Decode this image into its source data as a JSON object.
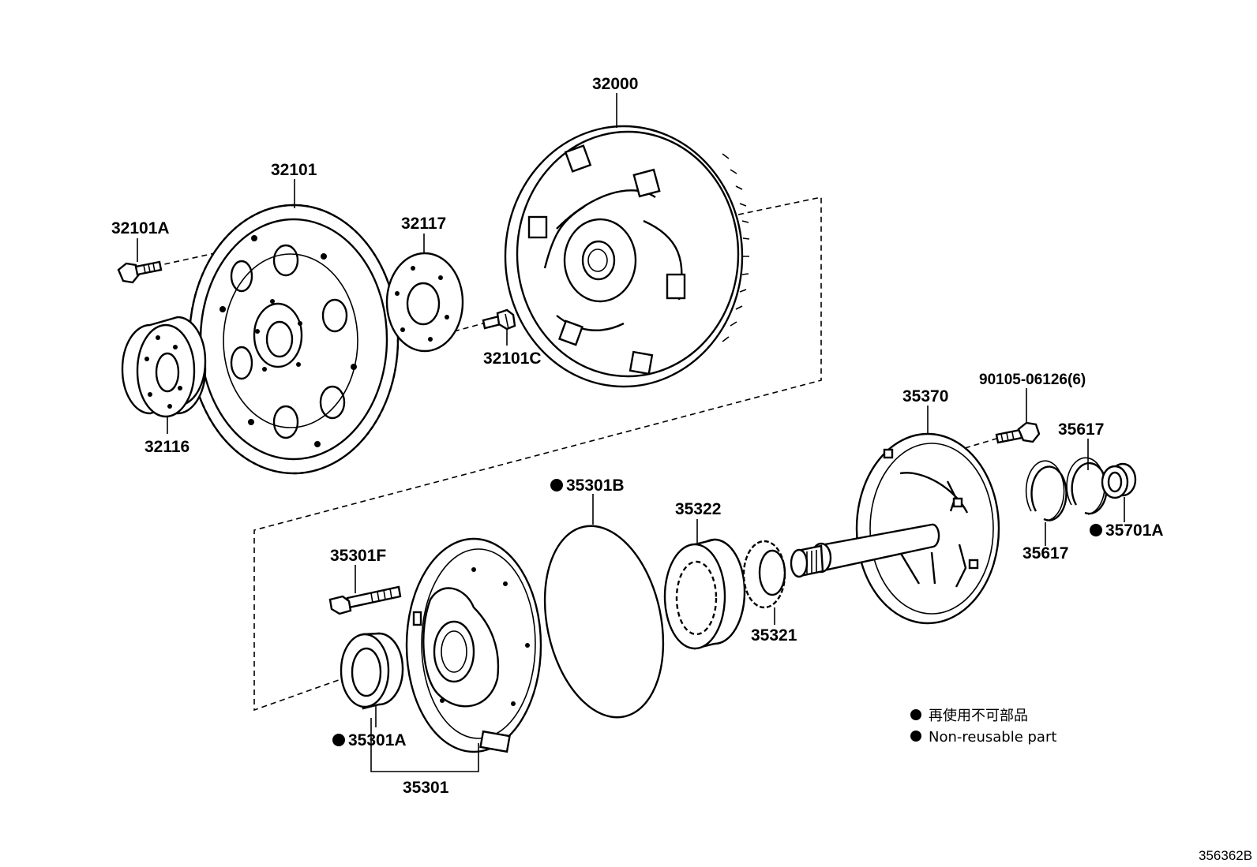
{
  "parts": {
    "p32000": "32000",
    "p32101": "32101",
    "p32101A": "32101A",
    "p32117": "32117",
    "p32101C": "32101C",
    "p32116": "32116",
    "p90105": "90105-06126(6)",
    "p35370": "35370",
    "p35617_top": "35617",
    "p35617_bottom": "35617",
    "p35701A": "35701A",
    "p35301B": "35301B",
    "p35322": "35322",
    "p35301F": "35301F",
    "p35321": "35321",
    "p35301A": "35301A",
    "p35301": "35301"
  },
  "legend": {
    "jp": "再使用不可部品",
    "en": "Non-reusable part"
  },
  "diagram_code": "356362B"
}
